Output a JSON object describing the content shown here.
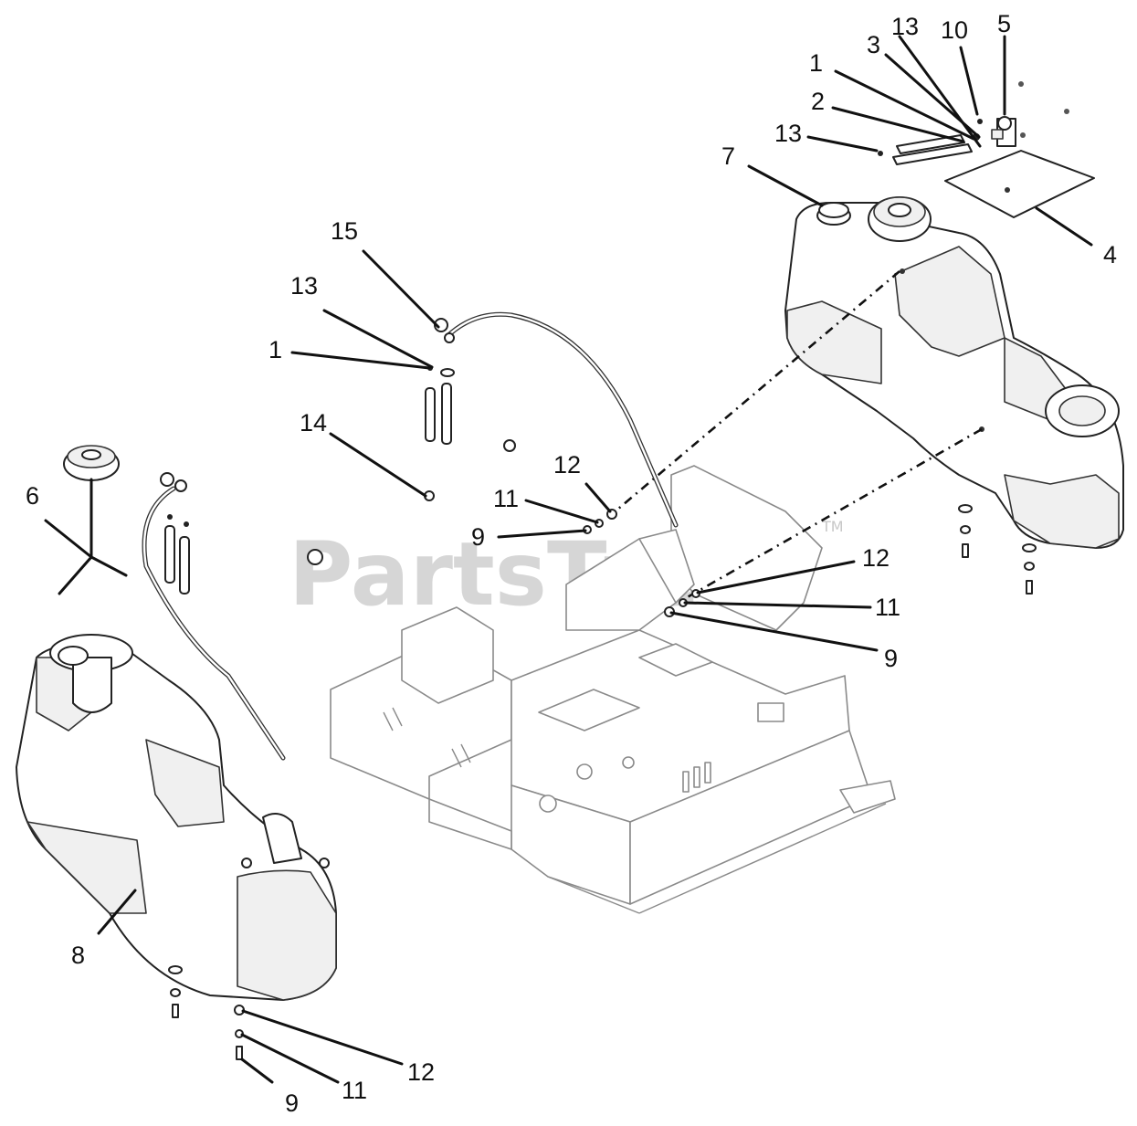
{
  "watermark": {
    "text": "PartsTree",
    "trademark": "TM"
  },
  "callouts": {
    "c_13_top": "13",
    "c_10": "10",
    "c_5": "5",
    "c_3": "3",
    "c_1_top": "1",
    "c_2": "2",
    "c_13_mid": "13",
    "c_7": "7",
    "c_4": "4",
    "c_15": "15",
    "c_13_left": "13",
    "c_1_left": "1",
    "c_14": "14",
    "c_6": "6",
    "c_12_a": "12",
    "c_11_a": "11",
    "c_9_a": "9",
    "c_12_b": "12",
    "c_11_b": "11",
    "c_9_b": "9",
    "c_8": "8",
    "c_12_c": "12",
    "c_11_c": "11",
    "c_9_c": "9"
  }
}
